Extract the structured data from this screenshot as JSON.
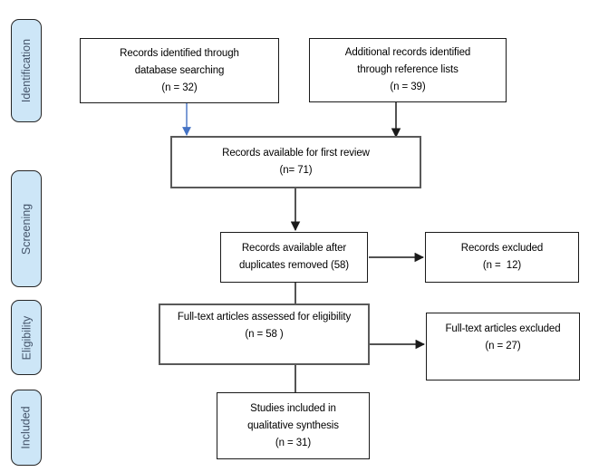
{
  "colors": {
    "background": "#ffffff",
    "box_border": "#1a1a1a",
    "highlight_border": "#595959",
    "box_text": "#000000",
    "arrow_black": "#1a1a1a",
    "arrow_blue": "#4472C4",
    "stage_fill": "#CDE6F7",
    "stage_border": "#262626",
    "stage_text": "#44546A"
  },
  "stages": {
    "identification": {
      "label": "Identification"
    },
    "screening": {
      "label": "Screening"
    },
    "eligibility": {
      "label": "Eligibility"
    },
    "included": {
      "label": "Included"
    }
  },
  "boxes": {
    "db_search": {
      "text": "Records identified through\ndatabase searching\n(n = 32)",
      "n": 32
    },
    "ref_lists": {
      "text": "Additional records identified\nthrough reference lists\n(n = 39)",
      "n": 39
    },
    "first_review": {
      "text": "Records available for first review\n(n= 71)",
      "n": 71
    },
    "duplicates_removed": {
      "text": "Records available after\nduplicates removed (58)",
      "n": 58
    },
    "records_excluded": {
      "text": "Records excluded\n(n =  12)",
      "n": 12
    },
    "fulltext_assessed": {
      "text": "Full-text articles assessed for eligibility\n(n = 58 )",
      "n": 58
    },
    "fulltext_excluded": {
      "text": "Full-text articles excluded\n(n = 27)",
      "n": 27
    },
    "qualitative_synthesis": {
      "text": "Studies included in\nqualitative synthesis\n(n = 31)",
      "n": 31
    }
  },
  "connections": [
    {
      "from": "db_search",
      "to": "first_review",
      "color": "blue"
    },
    {
      "from": "ref_lists",
      "to": "first_review",
      "color": "black"
    },
    {
      "from": "first_review",
      "to": "duplicates_removed",
      "color": "black"
    },
    {
      "from": "duplicates_removed",
      "to": "records_excluded",
      "color": "black"
    },
    {
      "from": "duplicates_removed",
      "to": "fulltext_assessed",
      "color": "black"
    },
    {
      "from": "fulltext_assessed",
      "to": "fulltext_excluded",
      "color": "black"
    },
    {
      "from": "fulltext_assessed",
      "to": "qualitative_synthesis",
      "color": "black"
    }
  ]
}
